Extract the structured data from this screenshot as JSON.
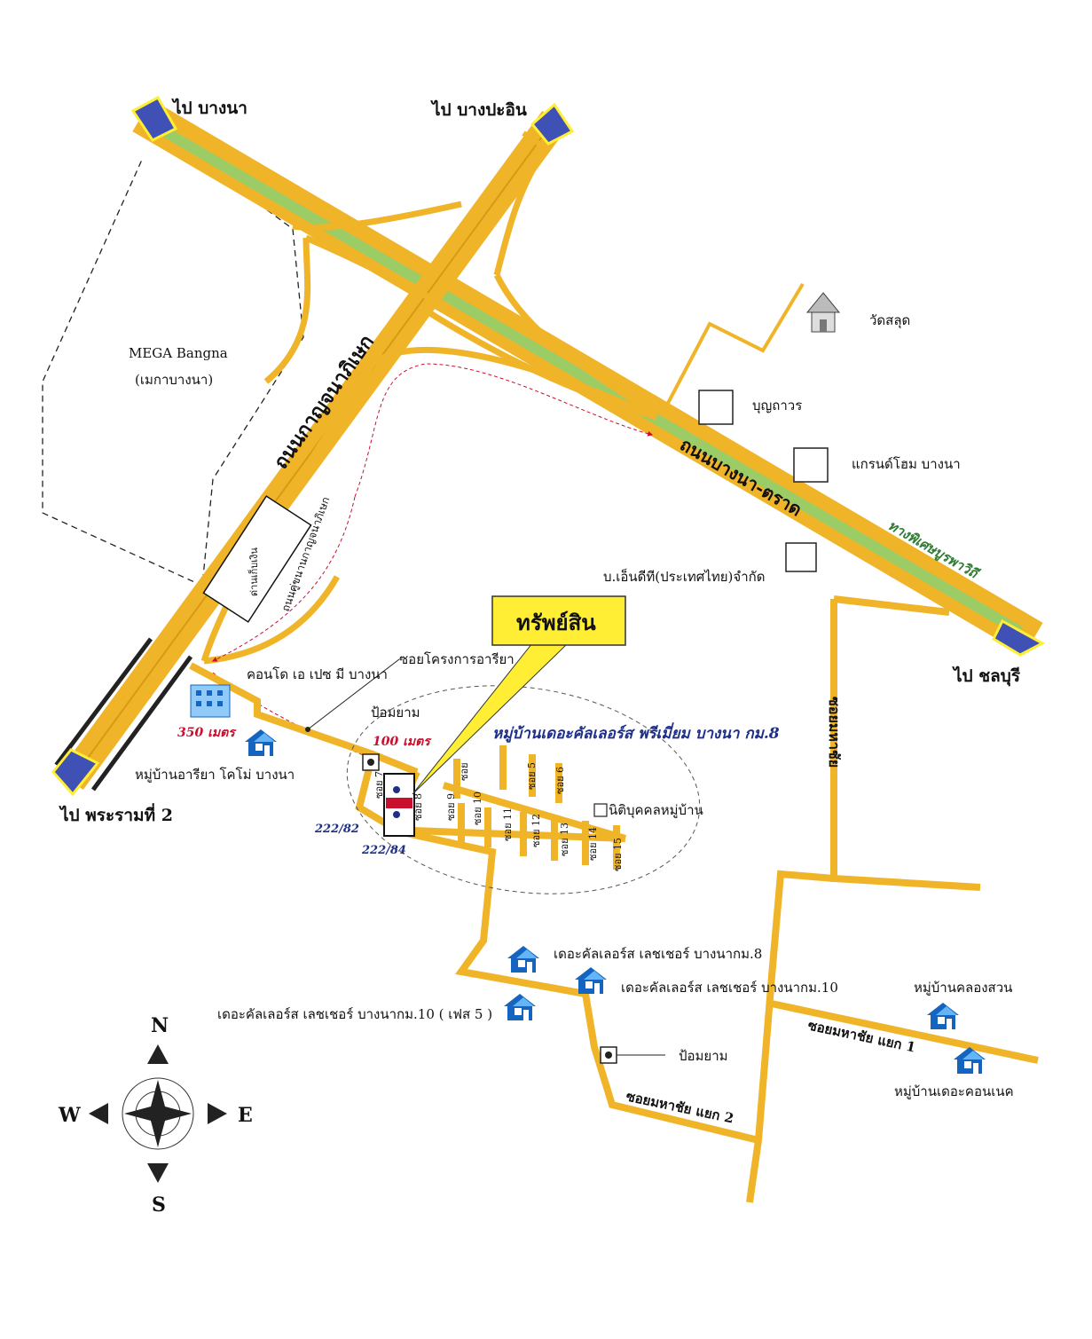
{
  "destinations": {
    "bangna": "ไป บางนา",
    "bangpa_in": "ไป บางปะอิน",
    "chonburi": "ไป ชลบุรี",
    "rama2": "ไป พระรามที่ 2"
  },
  "roads": {
    "kanchanaphisek": "ถนนกาญจนาภิเษก",
    "kanchanaphisek_local": "ถนนคู่ขนานกาญจนาภิเษก",
    "bangna_trat": "ถนนบางนา-ตราด",
    "burapha_withi": "ทางพิเศษบูรพาวิถี",
    "soi_mahachai": "ซอยมหาชัย",
    "soi_mahachai_1": "ซอยมหาชัย แยก 1",
    "soi_mahachai_2": "ซอยมหาชัย แยก 2",
    "soi_ariya": "ซอยโครงการอารียา",
    "toll": "ด่านเก็บเงิน"
  },
  "landmarks": {
    "mega_bangna": "MEGA Bangna",
    "mega_bangna_th": "(เมกาบางนา)",
    "wat_salud": "วัดสลุด",
    "boonthavorn": "บุญถาวร",
    "grand_home": "แกรนด์โฮม บางนา",
    "ntt": "บ.เอ็นดีที(ประเทศไทย)จำกัด",
    "condo": "คอนโด เอ เปซ มี บางนา",
    "ariya": "หมู่บ้านอารียา โคโม่ บางนา",
    "security1": "ป้อมยาม",
    "security2": "ป้อมยาม",
    "juristic": "นิติบุคคลหมู่บ้าน",
    "leisure8": "เดอะคัลเลอร์ส เลชเชอร์ บางนากม.8",
    "leisure10": "เดอะคัลเลอร์ส เลชเชอร์ บางนากม.10",
    "leisure10p5": "เดอะคัลเลอร์ส เลชเชอร์ บางนากม.10 ( เฟส 5 )",
    "khlong_suan": "หมู่บ้านคลองสวน",
    "connect": "หมู่บ้านเดอะคอนเนค"
  },
  "callout": {
    "label": "ทรัพย์สิน",
    "color": "#ffee33"
  },
  "village": "หมู่บ้านเดอะคัลเลอร์ส  พรีเมี่ยม บางนา กม.8",
  "distances": {
    "d350": "350 เมตร",
    "d100": "100 เมตร"
  },
  "plots": {
    "p1": "222/82",
    "p2": "222/84"
  },
  "sois": [
    "ซอย 7",
    "ซอย 8",
    "ซอย 9",
    "ซอย 10",
    "ซอย 11",
    "ซอย 12",
    "ซอย 13",
    "ซอย 14",
    "ซอย 15",
    "ซอย 5",
    "ซอย 6",
    "ซอย"
  ],
  "compass": {
    "n": "N",
    "s": "S",
    "e": "E",
    "w": "W"
  },
  "colors": {
    "road": "#f0b429",
    "express": "#9ccc65",
    "arrow": "#3f51b5",
    "roadEdge": "#d89a16",
    "house": "#1565c0"
  }
}
